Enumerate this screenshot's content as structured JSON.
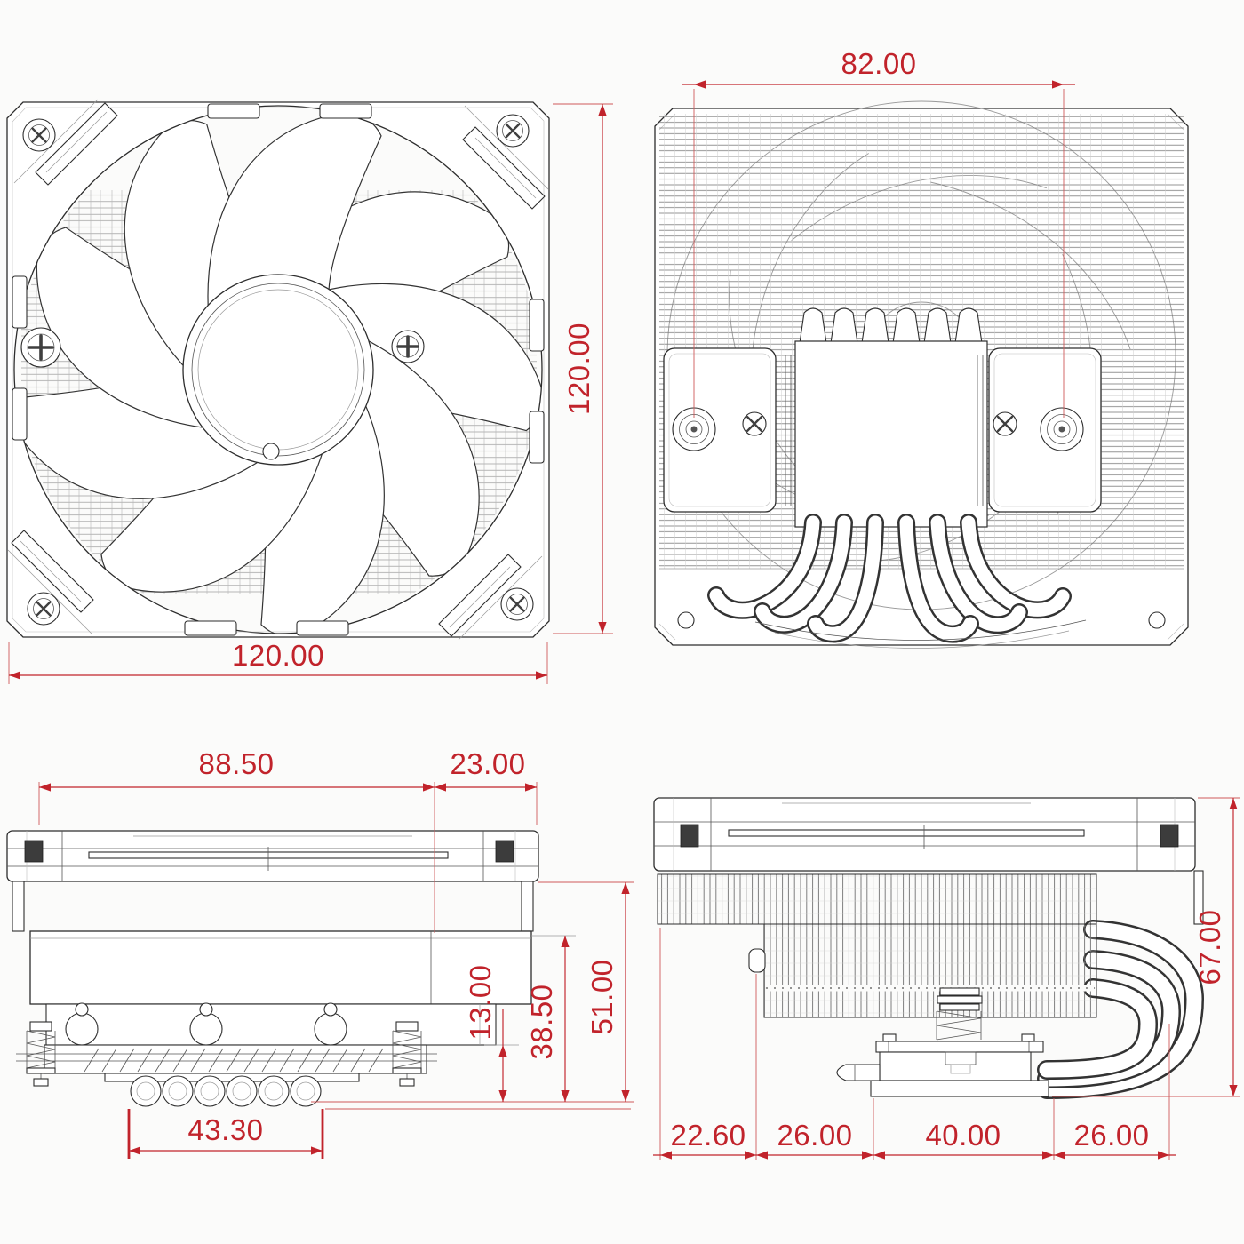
{
  "drawing": {
    "type": "technical-drawing",
    "subject": "Low-profile CPU cooler with 120 mm fan - dimensioned orthographic views",
    "dimension_color": "#c1232b",
    "line_color": "#2d2d2d",
    "background_color": "#fbfbfa"
  },
  "views": {
    "fan_front": {
      "name": "front view of 120 mm fan",
      "dimensions": {
        "width": "120.00",
        "height": "120.00"
      }
    },
    "bottom_view": {
      "name": "bottom view with mounting brackets and heat pipes",
      "dimensions": {
        "mount_hole_spacing": "82.00"
      }
    },
    "side_a": {
      "name": "side view with spring screws and heat pipe ends",
      "dimensions": {
        "fin_depth": "88.50",
        "fan_overhang": "23.00",
        "base_height": "13.00",
        "heatsink_height": "38.50",
        "height_without_fan": "51.00",
        "heatpipe_cluster_width": "43.30"
      }
    },
    "side_b": {
      "name": "side view with heat pipe bends",
      "dimensions": {
        "overall_height": "67.00",
        "seg_fan_overhang": "22.60",
        "seg_fin_offset": "26.00",
        "seg_base_width": "40.00",
        "seg_pipe_offset": "26.00"
      }
    }
  }
}
